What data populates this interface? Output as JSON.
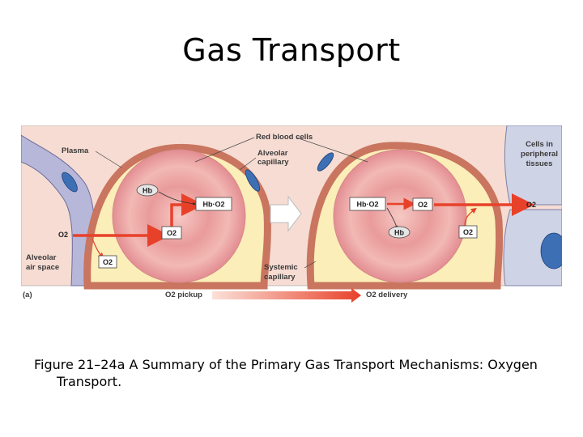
{
  "slide": {
    "title": "Gas Transport",
    "caption": "Figure 21–24a A Summary of the Primary Gas Transport Mechanisms: Oxygen Transport."
  },
  "figure": {
    "labels": {
      "plasma": "Plasma",
      "red_blood_cells": "Red blood cells",
      "alveolar_capillary_1": "Alveolar",
      "alveolar_capillary_2": "capillary",
      "cells_in_tissues_1": "Cells in",
      "cells_in_tissues_2": "peripheral",
      "cells_in_tissues_3": "tissues",
      "alveolar_air_1": "Alveolar",
      "alveolar_air_2": "air space",
      "systemic_capillary_1": "Systemic",
      "systemic_capillary_2": "capillary",
      "panel": "(a)",
      "o2_pickup": "O2 pickup",
      "o2_delivery": "O2 delivery"
    },
    "molecules": {
      "hb": "Hb",
      "hbo2": "Hb·O2",
      "o2": "O2"
    },
    "colors": {
      "arrow": "#e8412a",
      "rbc": "#eea6a6",
      "plasma": "#fbeeb8",
      "background": "#f6dcd3",
      "tissue_cell": "#cfd3e6",
      "nucleus": "#3d6fb5"
    }
  }
}
